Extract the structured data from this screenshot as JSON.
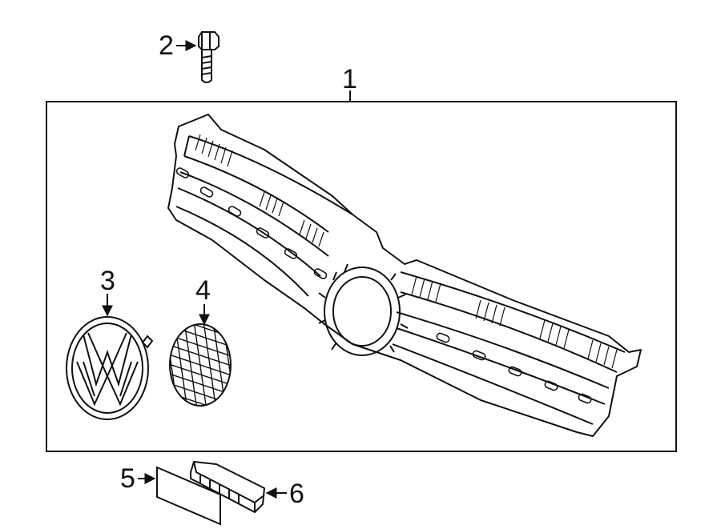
{
  "diagram": {
    "callouts": {
      "c1": "1",
      "c2": "2",
      "c3": "3",
      "c4": "4",
      "c5": "5",
      "c6": "6"
    },
    "stroke_color": "#111111",
    "background": "#ffffff"
  }
}
